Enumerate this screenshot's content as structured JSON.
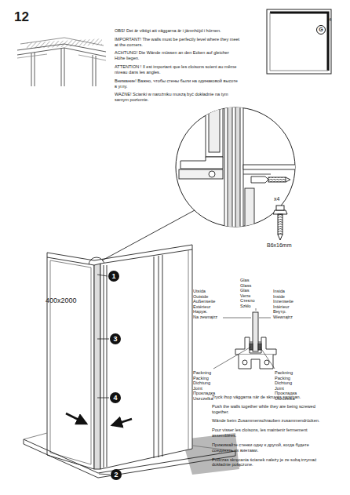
{
  "diagram": {
    "labels": [
      "12",
      "OBS! Det är viktigt att väggarna är i jämnhöjd i hörnen.",
      "IMPORTANT! The walls must be perfectly level where they meet at the corners.",
      "ACHTUNG! Die Wände müssen an den Ecken auf gleicher Höhe liegen.",
      "ATTENTION ! Il est important que les cloisons soient au même niveau dans les angles.",
      "Внимание! Важно, чтобы стены были на одинаковой высоте в углу.",
      "WAZNE! Scianki w narożniku muszą być dokładnie na tym samym poziomie.",
      "G",
      "4",
      "x4",
      "B6x16mm",
      "400x2000",
      "1",
      "3",
      "4",
      "2",
      "Utsida",
      "Outside",
      "Außenseite",
      "Extérieur",
      "Наруж.",
      "Na zewnątrz",
      "Glas",
      "Glass",
      "Glas",
      "Verre",
      "Стекло",
      "Szkło",
      "Insida",
      "Inside",
      "Innenseite",
      "Intérieur",
      "Внутр.",
      "Wewnątrz",
      "Packning",
      "Packing",
      "Dichtung",
      "Joint",
      "Прокладка",
      "Uszczelka",
      "Packning",
      "Packing",
      "Dichtung",
      "Joint",
      "Прокладка",
      "Uszczelka",
      "Tryck ihop väggarna när de skruvas samman.",
      "Push the walls together while they are being screwed together.",
      "Wände beim Zusammenschrauben zusammendrücken.",
      "Pour visser les cloisons, les maintenir fermement assemblées.",
      "Прижимайте стенки одну к другой, когда будете соединять их винтами.",
      "Podczas skręcania ścianek należy je ze sobą trzymać dokładnie połączone."
    ]
  }
}
